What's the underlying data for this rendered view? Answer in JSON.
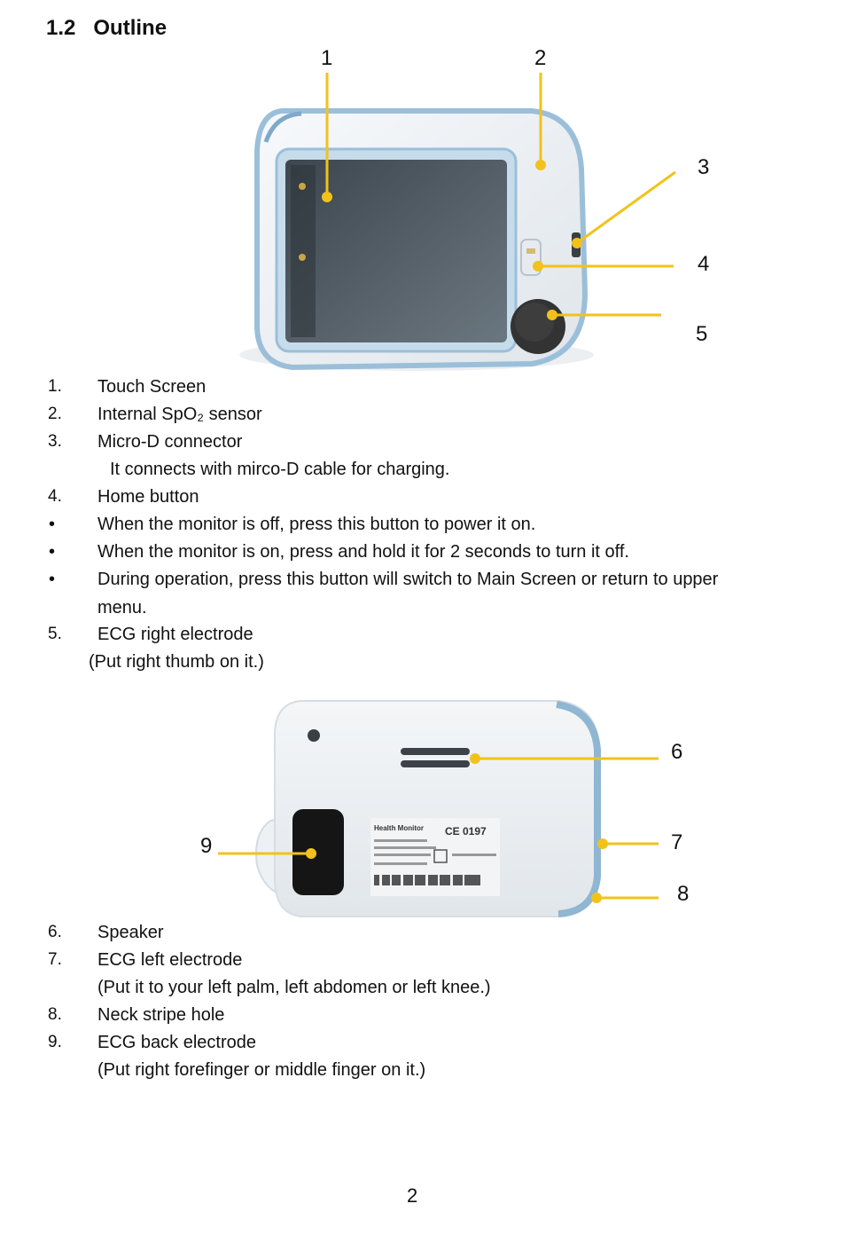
{
  "heading": {
    "number": "1.2",
    "title": "Outline"
  },
  "callouts": [
    "1",
    "2",
    "3",
    "4",
    "5",
    "6",
    "7",
    "8",
    "9"
  ],
  "list1": [
    {
      "marker": "1.",
      "text": "Touch Screen"
    },
    {
      "marker": "2.",
      "text": "Internal SpO₂ sensor"
    },
    {
      "marker": "3.",
      "text": "Micro-D connector"
    },
    {
      "marker": "",
      "text": "It connects with mirco-D cable for charging."
    },
    {
      "marker": "4.",
      "text": "Home button"
    },
    {
      "marker": "•",
      "text": "When the monitor is off, press this button to power it on."
    },
    {
      "marker": "•",
      "text": "When the monitor is on, press and hold it for 2 seconds to turn it off."
    },
    {
      "marker": "•",
      "text": "During operation, press this button will switch to Main Screen or return to upper"
    },
    {
      "marker": "",
      "text": "menu."
    },
    {
      "marker": "5.",
      "text": "ECG right electrode"
    },
    {
      "marker": "",
      "text": "(Put right thumb on it.)"
    }
  ],
  "list2": [
    {
      "marker": "6.",
      "text": "Speaker"
    },
    {
      "marker": "7.",
      "text": "ECG left electrode"
    },
    {
      "marker": "",
      "text": "(Put it to your left palm, left abdomen or left knee.)"
    },
    {
      "marker": "8.",
      "text": "Neck stripe hole"
    },
    {
      "marker": "9.",
      "text": "ECG back electrode"
    },
    {
      "marker": "",
      "text": "(Put right forefinger or middle finger on it.)"
    }
  ],
  "back_label": {
    "brand": "Health Monitor",
    "mark": "CE 0197"
  },
  "page_number": "2",
  "colors": {
    "leader": "#f2c21b",
    "device_rim": "#9bbfd9",
    "screen": "#4f5a63",
    "button": "#333333"
  }
}
